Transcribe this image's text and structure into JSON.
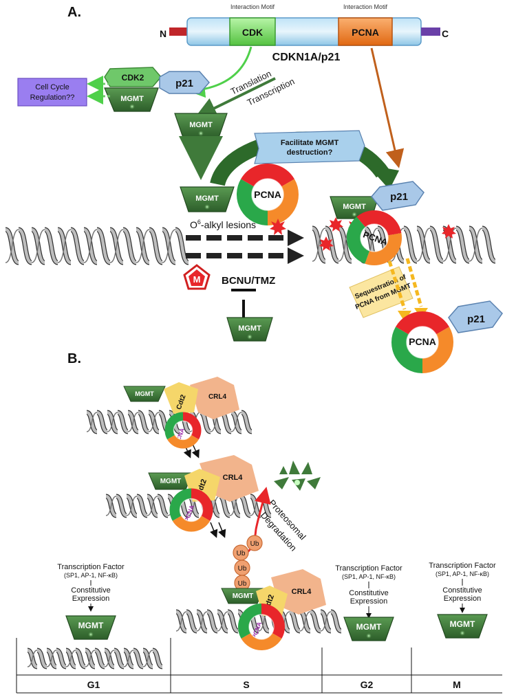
{
  "panel_a": {
    "label": "A.",
    "protein_bar": {
      "n_label": "N",
      "c_label": "C",
      "cdk_motif_caption": "Interaction Motif",
      "pcna_motif_caption": "Interaction Motif",
      "cdk_label": "CDK",
      "pcna_label": "PCNA",
      "protein_name": "CDKN1A/p21"
    },
    "cdk2_label": "CDK2",
    "p21_label": "p21",
    "mgmt_label": "MGMT",
    "pcna_label": "PCNA",
    "cell_cycle_box": "Cell Cycle Regulation??",
    "translation": "Translation",
    "transcription": "Transcription",
    "facilitate": "Facilitate MGMT destruction?",
    "lesions_prefix": "O",
    "lesions_sup": "6",
    "lesions_suffix": "-alkyl lesions",
    "drug_symbol": "M",
    "drug_label": "BCNU/TMZ",
    "sequestration": "Sequestration of PCNA from MGMT"
  },
  "panel_b": {
    "label": "B.",
    "mgmt_label": "MGMT",
    "cdt2_label": "Cdt2",
    "crl4_label": "CRL4",
    "pcna_label": "PCNA",
    "ub_label": "Ub",
    "degradation_line1": "Proteosomal",
    "degradation_line2": "Degradation",
    "tf_title": "Transcription Factor",
    "tf_list": "(SP1, AP-1, NF-κB)",
    "constitutive_line1": "Constitutive",
    "constitutive_line2": "Expression",
    "phases": [
      "G1",
      "S",
      "G2",
      "M"
    ]
  },
  "colors": {
    "mgmt_green": "#3f7a3a",
    "p21_blue": "#a9c8e8",
    "cdk2_green": "#6fc86a",
    "pcna_red": "#e8262a",
    "pcna_orange": "#f58a2a",
    "pcna_green": "#2aa84a",
    "crl4_peach": "#f2b48c",
    "cdt2_yellow": "#f5d66a",
    "ub_orange": "#f0a070",
    "arrow_brown": "#c0601c",
    "cell_cycle_purple": "#9a7ef0",
    "sequestration_yellow": "#fbe6a0",
    "dna_grey": "#bdbdbd"
  }
}
